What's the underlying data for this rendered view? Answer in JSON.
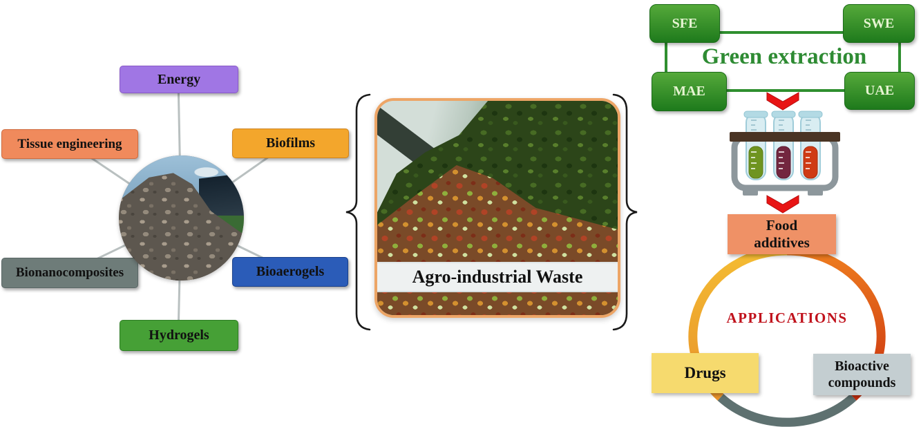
{
  "figure": {
    "type": "graphical-abstract",
    "background": "#ffffff"
  },
  "left_hub": {
    "center_image": "photo of a pile of agro-industrial waste shells under blue sky",
    "nodes": [
      {
        "label": "Energy",
        "color": "#a076e4"
      },
      {
        "label": "Tissue engineering",
        "color": "#f08a5c"
      },
      {
        "label": "Biofilms",
        "color": "#f3a62c"
      },
      {
        "label": "Bionanocomposites",
        "color": "#6e7c79"
      },
      {
        "label": "Bioaerogels",
        "color": "#2b5cb8"
      },
      {
        "label": "Hydrogels",
        "color": "#46a036"
      }
    ],
    "connector_color": "#b9c0c0"
  },
  "center": {
    "caption": "Agro-industrial Waste",
    "photo_border_color": "#eda566",
    "brace_color": "#1a1a1a"
  },
  "extraction": {
    "title": "Green extraction",
    "title_color": "#2e8b33",
    "box_color": "#2f8f2f",
    "methods": [
      {
        "label": "SFE"
      },
      {
        "label": "SWE"
      },
      {
        "label": "MAE"
      },
      {
        "label": "UAE"
      }
    ]
  },
  "applications": {
    "title": "APPLICATIONS",
    "title_color": "#c0121c",
    "ring_colors": {
      "left": "#f2b42c",
      "right": "#d8491a",
      "bottom": "#5e7170"
    },
    "items": [
      {
        "label": "Food additives",
        "color": "#ef9166"
      },
      {
        "label": "Drugs",
        "color": "#f6da6e"
      },
      {
        "label": "Bioactive compounds",
        "color": "#c4ced1"
      }
    ]
  },
  "icons": {
    "arrow_down": "red-chevron-down",
    "test_tubes": "test-tube-rack with green, maroon and red liquids",
    "braces": "curly-braces flanking waste photo"
  }
}
